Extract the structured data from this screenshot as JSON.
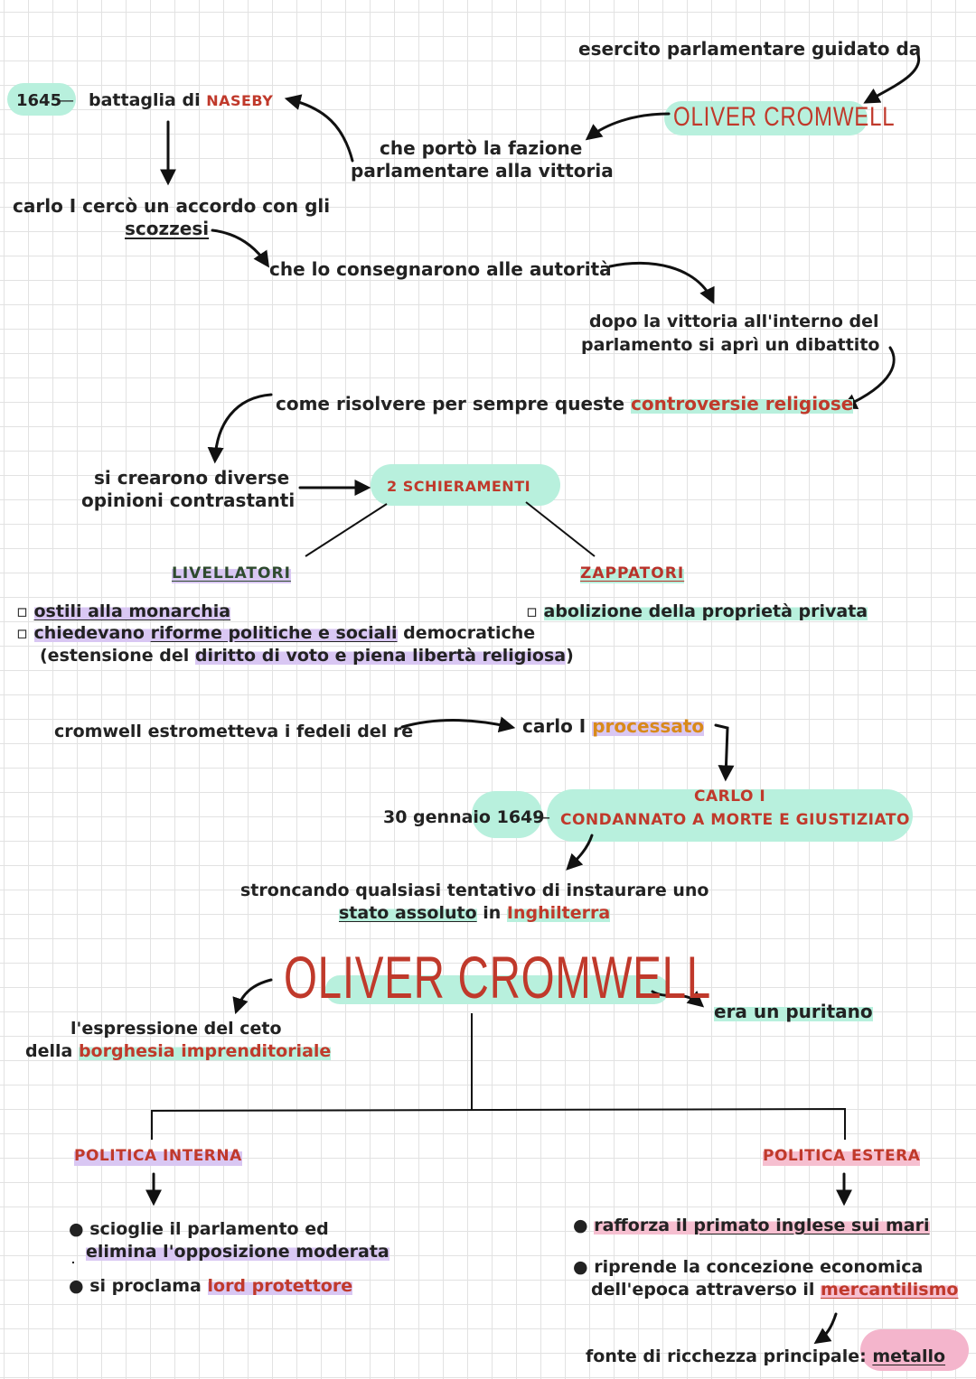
{
  "intro": {
    "army_led_by": "esercito parlamentare guidato da",
    "cromwell_small": "OLIVER CROMWELL",
    "led_victory_line1": "che portò la fazione",
    "led_victory_line2": "parlamentare alla vittoria",
    "year_1645": "1645",
    "battle_prefix": "battaglia di ",
    "battle_name": "NASEBY",
    "carlo_line1": "carlo I cercò un accordo con gli",
    "carlo_scots": "scozzesi",
    "handed_over": "che lo consegnarono alle autorità",
    "debate_line1": "dopo la vittoria all'interno del",
    "debate_line2": "parlamento si aprì un dibattito",
    "resolve_prefix": "come risolvere per sempre queste ",
    "resolve_highlight": "controversie religiose"
  },
  "factions": {
    "opinions_line1": "si crearono diverse",
    "opinions_line2": "opinioni contrastanti",
    "two_sides": "2 SCHIERAMENTI",
    "levellers": "LIVELLATORI",
    "diggers": "ZAPPATORI",
    "levellers_point1": "ostili alla monarchia",
    "levellers_point2_a": "chiedevano ",
    "levellers_point2_b": "riforme politiche e sociali",
    "levellers_point2_c": " democratiche",
    "levellers_point3_a": "(estensione del ",
    "levellers_point3_b": "diritto di voto e piena libertà religiosa",
    "levellers_point3_c": ")",
    "diggers_point1": "abolizione della proprietà privata"
  },
  "trial": {
    "expels": "cromwell estrometteva i fedeli del re",
    "carlo_prefix": "carlo I ",
    "processed": "processato",
    "carlo_title": "CARLO I",
    "date": "30 gennaio 1649",
    "condemned": "CONDANNATO A MORTE E GIUSTIZIATO",
    "stopping_line1": "stroncando qualsiasi tentativo di instaurare uno",
    "stopping_state": "stato assoluto",
    "stopping_in": " in ",
    "stopping_country": "Inghilterra"
  },
  "cromwell": {
    "title": "OLIVER CROMWELL",
    "puritan": "era un puritano",
    "expression_line1": "l'espressione del ceto",
    "expression_prefix": "della ",
    "expression_highlight": "borghesia imprenditoriale"
  },
  "policies": {
    "internal_title": "POLITICA INTERNA",
    "external_title": "POLITICA ESTERA",
    "internal_1a": "scioglie il parlamento ed",
    "internal_1b": "elimina l'opposizione moderata",
    "internal_2_prefix": "si proclama ",
    "internal_2_highlight": "lord protettore",
    "external_1_prefix": "rafforza il ",
    "external_1_highlight": "primato inglese sui mari",
    "external_2a": "riprende la concezione economica",
    "external_2b_prefix": "dell'epoca attraverso il ",
    "external_2b_highlight": "mercantilismo",
    "wealth_prefix": "fonte di ricchezza principale: ",
    "wealth_highlight": "metallo"
  },
  "colors": {
    "accent_red": "#c0392b",
    "highlight_green": "#b8f0dd",
    "highlight_purple": "#d9c7f3",
    "highlight_pink": "#f6bfd0"
  }
}
